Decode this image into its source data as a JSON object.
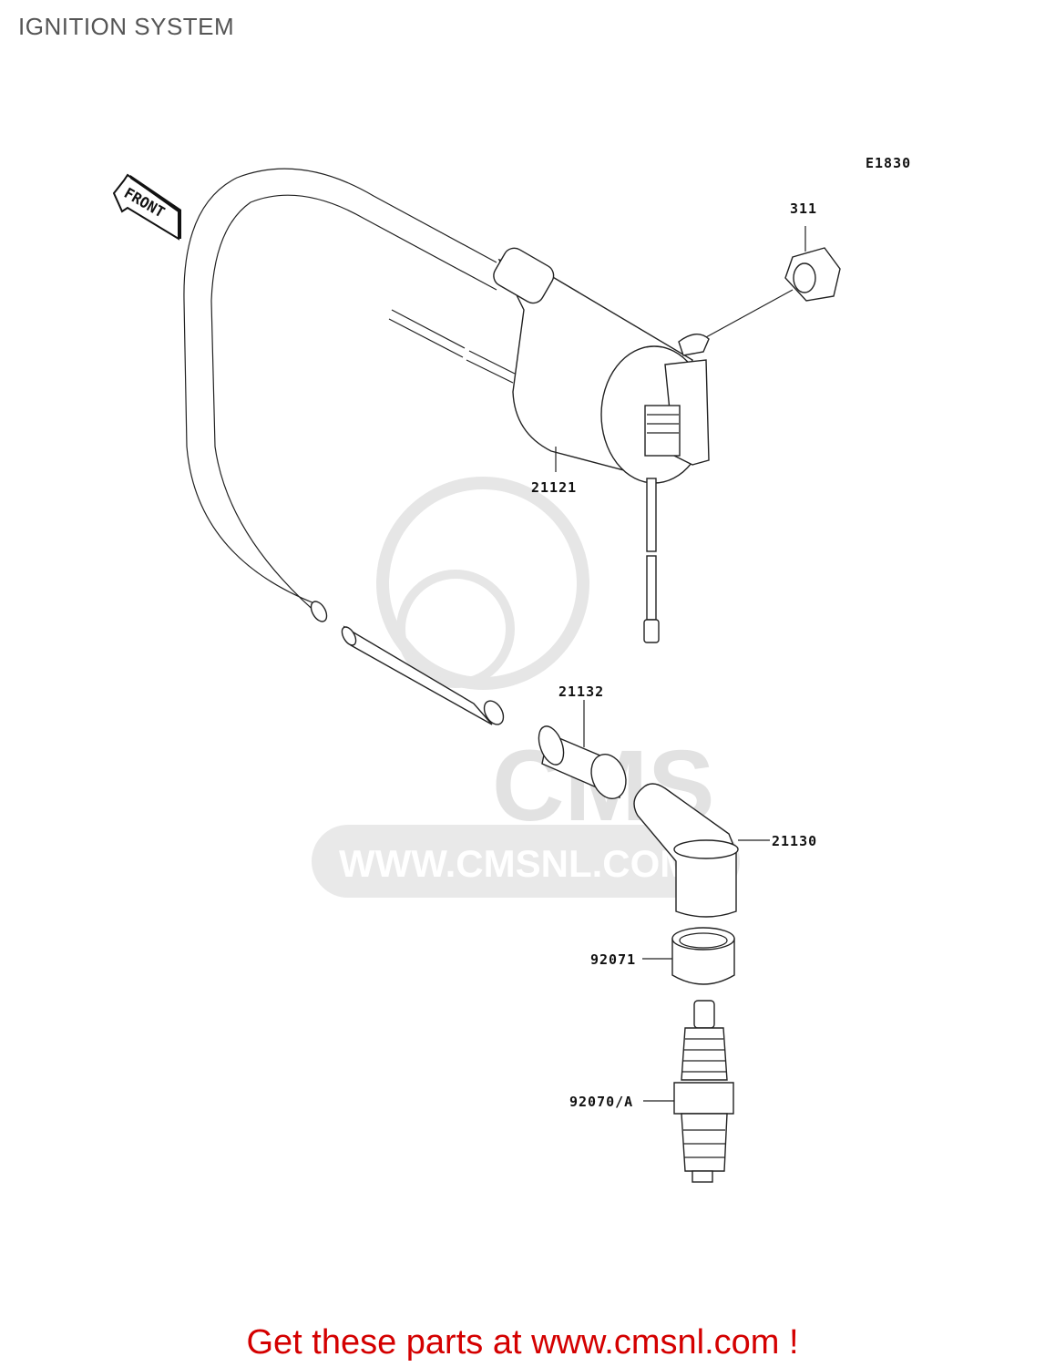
{
  "page": {
    "title": "IGNITION SYSTEM"
  },
  "diagram": {
    "code": "E1830",
    "front_marker": "FRONT",
    "parts": [
      {
        "number": "311"
      },
      {
        "number": "21121"
      },
      {
        "number": "21132"
      },
      {
        "number": "21130"
      },
      {
        "number": "92071"
      },
      {
        "number": "92070/A"
      }
    ]
  },
  "watermark": {
    "text": "WWW.CMSNL.COM",
    "logo": "CMS"
  },
  "footer": {
    "text": "Get these parts at www.cmsnl.com !",
    "color": "#d40000"
  }
}
